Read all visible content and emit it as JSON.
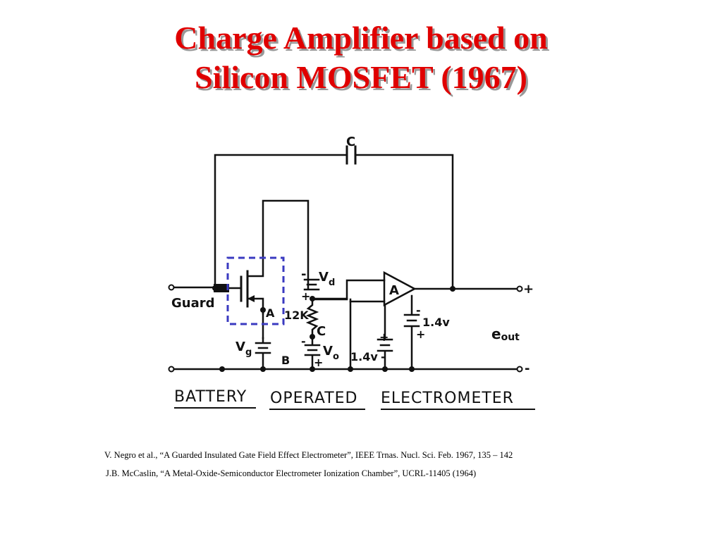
{
  "title": {
    "line1": "Charge Amplifier based on",
    "line2": "Silicon MOSFET (1967)",
    "color": "#e00000"
  },
  "circuit": {
    "labels": {
      "capacitor_top": "C",
      "guard": "Guard",
      "node_a": "A",
      "vd_minus": "-",
      "vd_plus": "+",
      "vd_letter": "V",
      "vd_sub": "d",
      "resistor": "12K",
      "node_c": "C",
      "vo_minus": "-",
      "vo_plus": "+",
      "vo_letter": "V",
      "vo_sub": "o",
      "vg_letter": "V",
      "vg_sub": "g",
      "node_b": "B",
      "amp": "A",
      "batt_right_minus": "-",
      "batt_right_value": "1.4v",
      "batt_right_plus": "+",
      "batt_mid_value": "1.4v",
      "batt_mid_plus": "+",
      "batt_mid_minus": "-",
      "out_plus": "+",
      "out_minus": "-",
      "eout_letter": "e",
      "eout_sub": "out"
    },
    "caption": {
      "word1": "BATTERY",
      "word2": "OPERATED",
      "word3": "ELECTROMETER"
    },
    "guard_box_color": "#3a3ac0"
  },
  "references": [
    "V. Negro et al., “A Guarded Insulated Gate Field Effect Electrometer”, IEEE Trnas. Nucl. Sci. Feb. 1967, 135 – 142",
    "J.B. McCaslin, “A Metal-Oxide-Semiconductor Electrometer Ionization Chamber”, UCRL-11405 (1964)"
  ]
}
